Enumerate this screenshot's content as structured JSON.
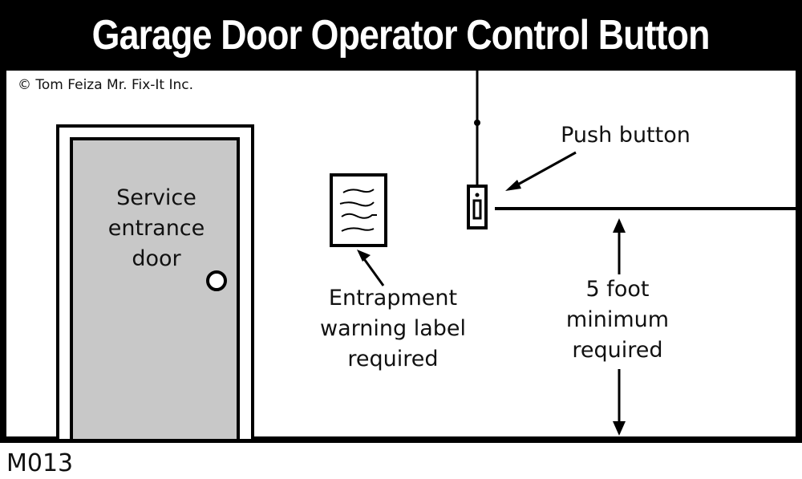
{
  "title": "Garage Door Operator Control Button",
  "copyright": "© Tom Feiza Mr. Fix-It Inc.",
  "code": "M013",
  "labels": {
    "door": "Service entrance door",
    "push_button": "Push button",
    "warning_label": "Entrapment warning label required",
    "height": "5 foot minimum required"
  },
  "colors": {
    "door_fill": "#c8c8c8",
    "ink": "#000000",
    "background": "#ffffff"
  }
}
